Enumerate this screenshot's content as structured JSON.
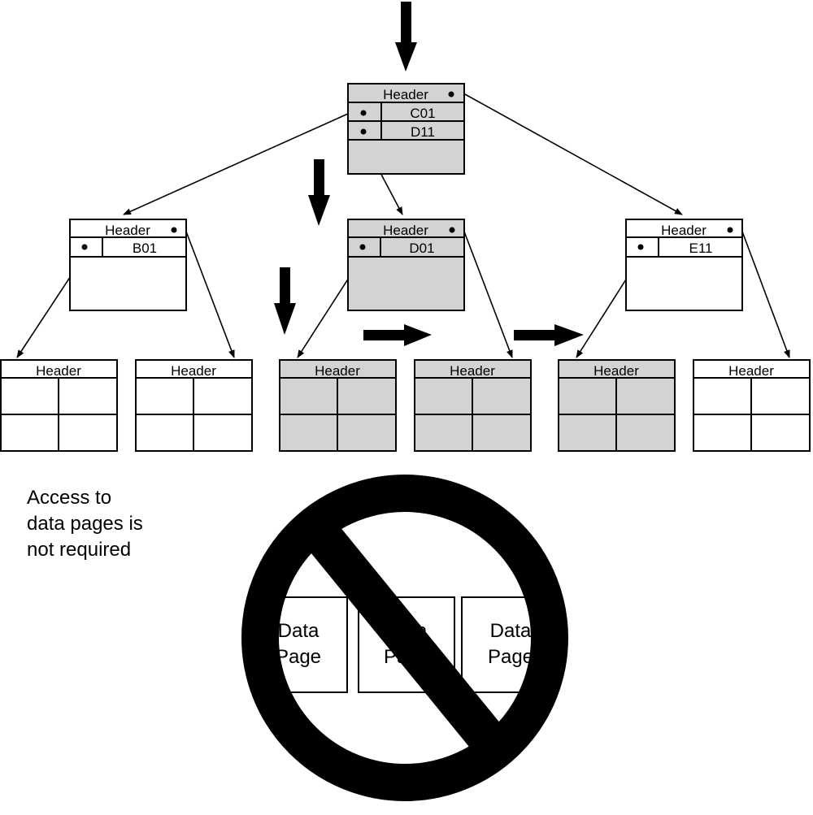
{
  "header_label": "Header",
  "root": {
    "keys": [
      "C01",
      "D11"
    ]
  },
  "level2": [
    {
      "key": "B01"
    },
    {
      "key": "D01"
    },
    {
      "key": "E11"
    }
  ],
  "leaves": [
    {
      "label": "Header"
    },
    {
      "label": "Header"
    },
    {
      "label": "Header"
    },
    {
      "label": "Header"
    },
    {
      "label": "Header"
    },
    {
      "label": "Header"
    }
  ],
  "note": {
    "line1": "Access to",
    "line2": "data pages is",
    "line3": "not required"
  },
  "data_pages": [
    {
      "line1": "Data",
      "line2": "Page"
    },
    {
      "line1": "Data",
      "line2": "Page"
    },
    {
      "line1": "Data",
      "line2": "Page"
    }
  ],
  "colors": {
    "accessed_fill": "#d3d3d3",
    "unaccessed_fill": "#ffffff",
    "stroke": "#000000"
  }
}
